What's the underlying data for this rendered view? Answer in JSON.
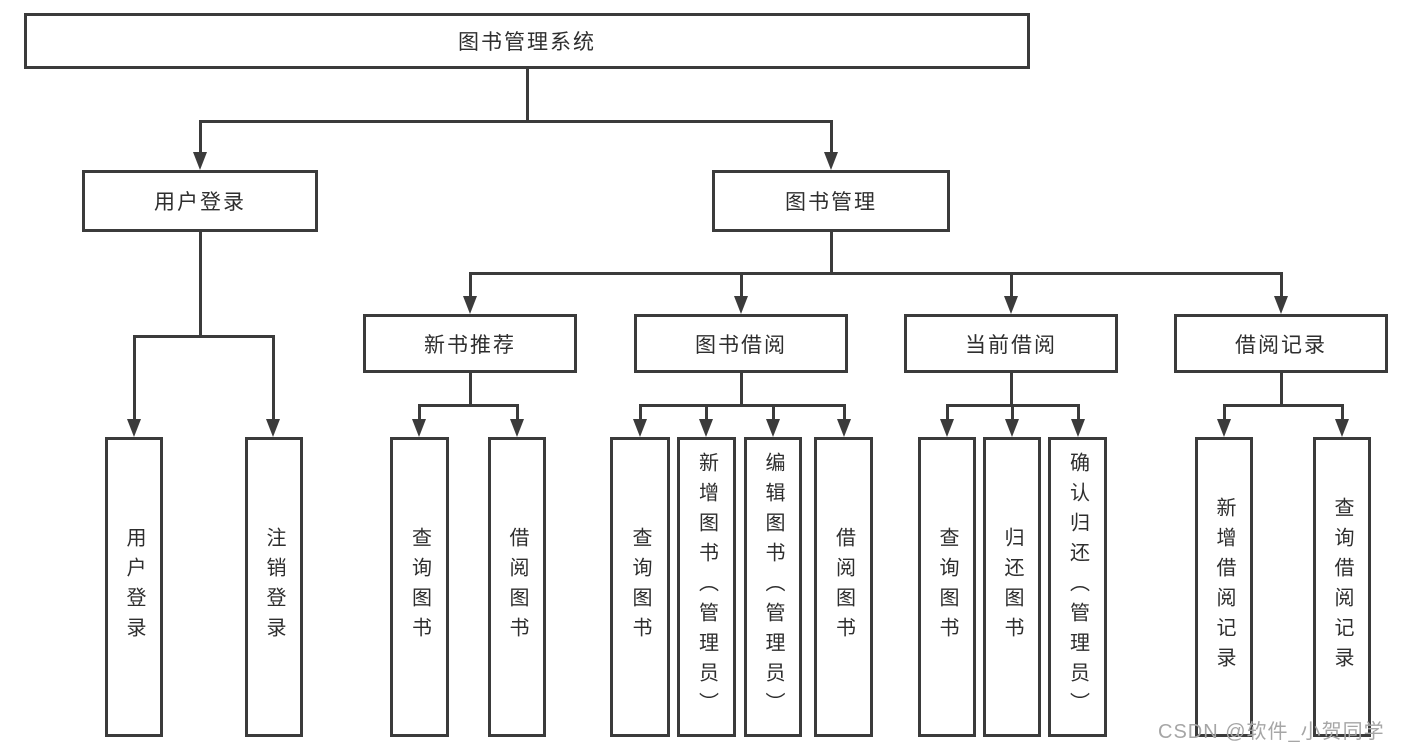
{
  "diagram_title": "图书管理系统",
  "nodes": {
    "root": "图书管理系统",
    "user_login": "用户登录",
    "book_mgmt": "图书管理",
    "new_books": "新书推荐",
    "book_borrow": "图书借阅",
    "current_borrow": "当前借阅",
    "borrow_records": "借阅记录",
    "leaves": {
      "ul1": "用户登录",
      "ul2": "注销登录",
      "nb1": "查询图书",
      "nb2": "借阅图书",
      "bb1": "查询图书",
      "bb2": "新增图书（管理员）",
      "bb3": "编辑图书（管理员）",
      "bb4": "借阅图书",
      "cb1": "查询图书",
      "cb2": "归还图书",
      "cb3": "确认归还（管理员）",
      "br1": "新增借阅记录",
      "br2": "查询借阅记录"
    }
  },
  "watermark": "CSDN @软件_小贺同学",
  "colors": {
    "line": "#3b3b3b",
    "text": "#2e2e2e",
    "watermark_text": "#a6a6a6",
    "background": "#ffffff"
  }
}
